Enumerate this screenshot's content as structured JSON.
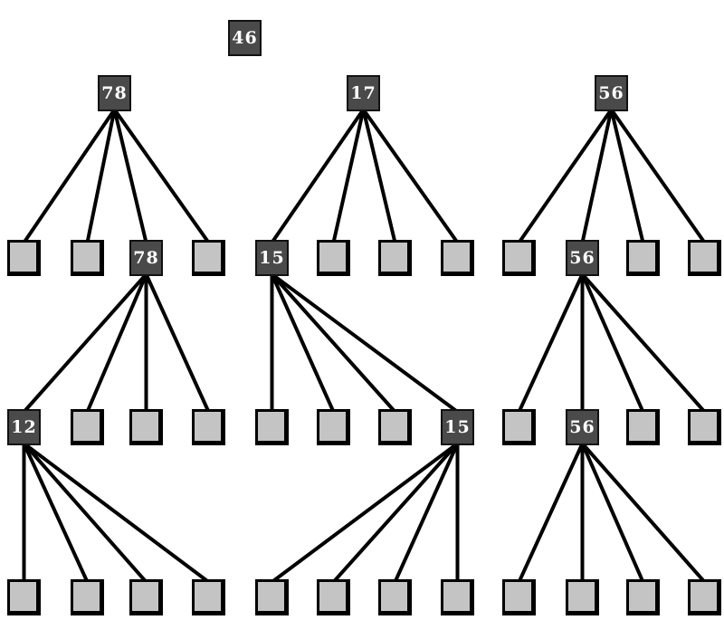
{
  "title": "Tree diagram",
  "root": {
    "label": "46"
  },
  "levels": [
    {
      "nodes": [
        {
          "label": "78"
        },
        {
          "label": "17"
        },
        {
          "label": "56"
        }
      ]
    },
    {
      "nodes": [
        {},
        {},
        {
          "label": "78"
        },
        {},
        {
          "label": "15"
        },
        {},
        {},
        {},
        {},
        {
          "label": "56"
        },
        {},
        {}
      ]
    },
    {
      "nodes": [
        {
          "label": "12"
        },
        {},
        {},
        {},
        {},
        {},
        {},
        {
          "label": "15"
        },
        {},
        {
          "label": "56"
        },
        {},
        {}
      ]
    },
    {
      "nodes": [
        {},
        {},
        {},
        {},
        {},
        {},
        {},
        {},
        {},
        {},
        {},
        {}
      ]
    }
  ],
  "colors": {
    "internal_node": "#4a4a4a",
    "leaf_node": "#c4c4c4",
    "edge": "#000000"
  }
}
